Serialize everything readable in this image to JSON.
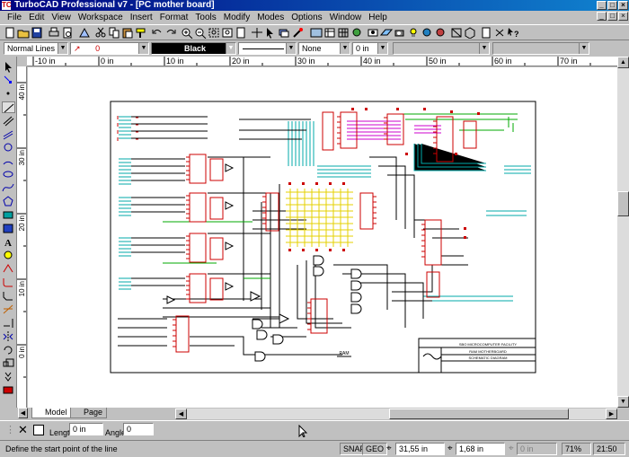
{
  "window": {
    "title": "TurboCAD Professional v7 - [PC mother board]",
    "app_icon_glyph": "TC",
    "controls": [
      "_",
      "□",
      "×"
    ]
  },
  "menu": {
    "items": [
      "File",
      "Edit",
      "View",
      "Workspace",
      "Insert",
      "Format",
      "Tools",
      "Modify",
      "Modes",
      "Options",
      "Window",
      "Help"
    ],
    "doc_controls": [
      "_",
      "□",
      "×"
    ]
  },
  "property_bar": {
    "line_style": "Normal Lines",
    "line_width": "0",
    "color": "Black",
    "line_pattern": "",
    "fill": "None",
    "thickness": "0 in"
  },
  "rulers": {
    "horizontal_labels": [
      "-10 in",
      "0 in",
      "10 in",
      "20 in",
      "30 in",
      "40 in",
      "50 in",
      "60 in",
      "70 in"
    ],
    "vertical_labels": [
      "40 in",
      "30 in",
      "20 in",
      "10 in",
      "0 in"
    ]
  },
  "drawing": {
    "title_block": {
      "org": "SBO MICROCOMPUTER FACILITY",
      "line2": "RAM MOTHERBOARD",
      "line3": "SCHEMATIC DIAGRAM"
    },
    "label_ram": "RAM",
    "colors": {
      "wire": "#000000",
      "component": "#cc0000",
      "bus_cyan": "#00aaaa",
      "bus_green": "#00aa00",
      "bus_magenta": "#cc00cc",
      "ram_yellow": "#e6d000"
    }
  },
  "tabs": {
    "model": "Model",
    "paper": "Page"
  },
  "inspector": {
    "length_label": "Length",
    "length_value": "0 in",
    "angle_label": "Angle",
    "angle_value": "0"
  },
  "status": {
    "message": "Define the start point of the line",
    "snap": "SNAP",
    "geo": "GEO",
    "x": "31,55 in",
    "y": "1,68 in",
    "z": "0 in",
    "zoom": "71%",
    "time": "21:50"
  }
}
